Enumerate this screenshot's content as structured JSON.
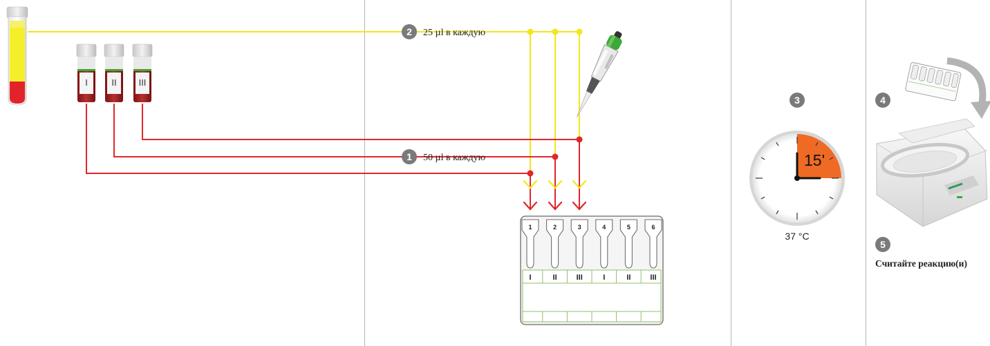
{
  "colors": {
    "yellow": "#f3e71a",
    "red": "#e1262b",
    "blood": "#9b1c1c",
    "step_circle": "#7a7a7a",
    "timer_orange": "#ef6a24",
    "green": "#3aa935",
    "divider": "#b5b5b5"
  },
  "step1": {
    "number": "1",
    "label": "50 µl в каждую"
  },
  "step2": {
    "number": "2",
    "label": "25 µl в каждую"
  },
  "step3": {
    "number": "3",
    "timer_label": "15'",
    "temperature": "37 °C"
  },
  "step4": {
    "number": "4"
  },
  "step5": {
    "number": "5",
    "label": "Считайте реакцию(и)"
  },
  "vials": [
    {
      "label": "I"
    },
    {
      "label": "II"
    },
    {
      "label": "III"
    }
  ],
  "card": {
    "well_numbers": [
      "1",
      "2",
      "3",
      "4",
      "5",
      "6"
    ],
    "well_labels": [
      "I",
      "II",
      "III",
      "I",
      "II",
      "III"
    ]
  },
  "icons": {
    "tube": "blood-tube-icon",
    "pipette": "pipette-icon",
    "clock": "clock-icon",
    "centrifuge": "centrifuge-icon",
    "rotate_arrow": "rotate-arrow-icon"
  }
}
